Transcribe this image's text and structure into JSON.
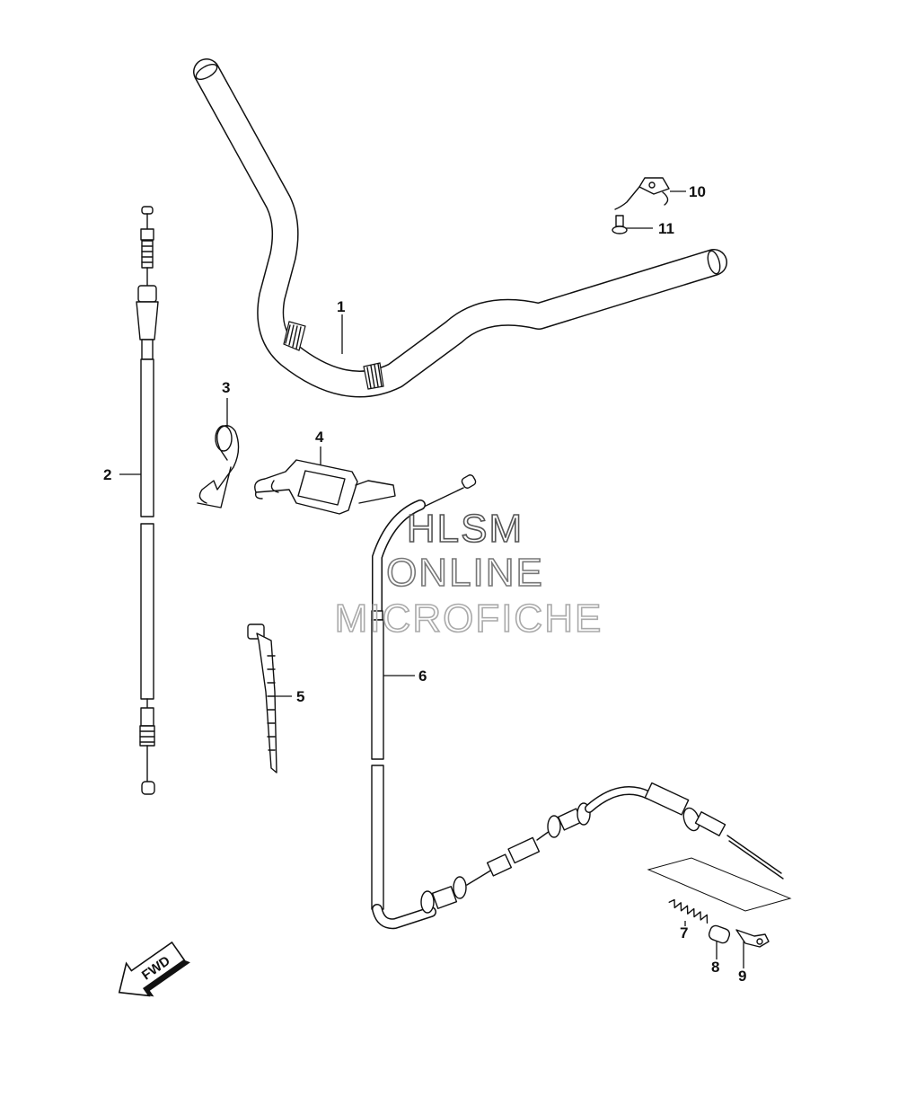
{
  "callouts": [
    {
      "id": "1",
      "label": "1"
    },
    {
      "id": "2",
      "label": "2"
    },
    {
      "id": "3",
      "label": "3"
    },
    {
      "id": "4",
      "label": "4"
    },
    {
      "id": "5",
      "label": "5"
    },
    {
      "id": "6",
      "label": "6"
    },
    {
      "id": "7",
      "label": "7"
    },
    {
      "id": "8",
      "label": "8"
    },
    {
      "id": "9",
      "label": "9"
    },
    {
      "id": "10",
      "label": "10"
    },
    {
      "id": "11",
      "label": "11"
    }
  ],
  "watermark": {
    "line1": "HLSM",
    "line2": "ONLINE",
    "line3": "MICROFICHE",
    "colors": [
      "#555555",
      "#777777",
      "#aaaaaa"
    ]
  },
  "fwd_indicator": {
    "label": "FWD"
  }
}
